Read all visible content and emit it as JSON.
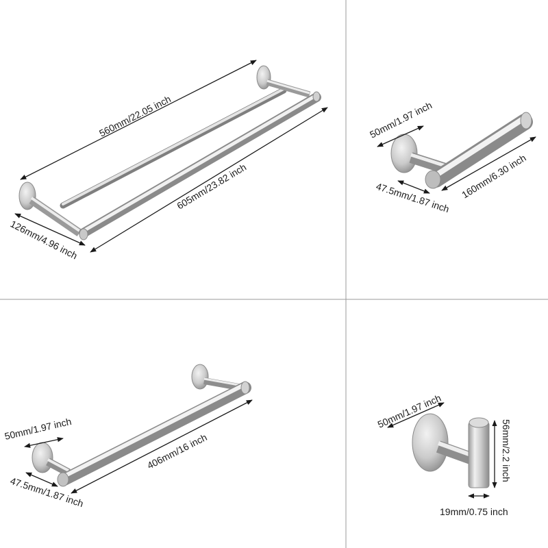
{
  "panels": [
    {
      "product": "double towel bar",
      "dims": {
        "inner_length": "560mm/22.05 inch",
        "total_length": "605mm/23.82 inch",
        "projection": "126mm/4.96 inch"
      }
    },
    {
      "product": "toilet paper holder",
      "dims": {
        "base_diameter": "50mm/1.97 inch",
        "projection": "47.5mm/1.87 inch",
        "arm_length": "160mm/6.30 inch"
      }
    },
    {
      "product": "single towel bar",
      "dims": {
        "base_diameter": "50mm/1.97 inch",
        "length": "406mm/16 inch",
        "projection": "47.5mm/1.87 inch"
      }
    },
    {
      "product": "robe hook",
      "dims": {
        "base_diameter": "50mm/1.97 inch",
        "height": "56mm/2.2 inch",
        "width": "19mm/0.75 inch"
      }
    }
  ],
  "colors": {
    "background": "#ffffff",
    "divider": "#9a9a9a",
    "steel_light": "#eeeeee",
    "steel_mid": "#c8c8c8",
    "steel_dark": "#8e8e8e",
    "dimension_text": "#1a1a1a"
  }
}
